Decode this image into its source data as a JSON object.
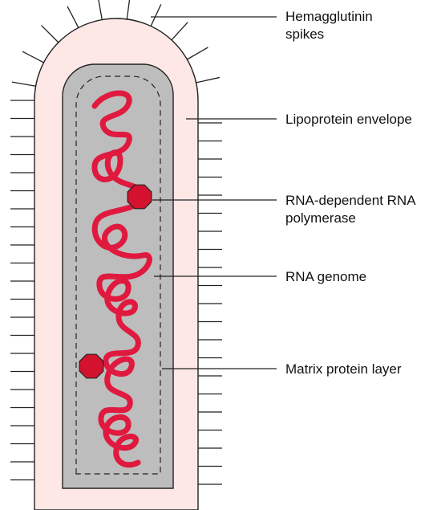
{
  "labels": {
    "hemagglutinin_line1": "Hemagglutinin",
    "hemagglutinin_line2": "spikes",
    "envelope": "Lipoprotein envelope",
    "polymerase_line1": "RNA-dependent RNA",
    "polymerase_line2": "polymerase",
    "genome": "RNA genome",
    "matrix": "Matrix protein layer"
  },
  "colors": {
    "envelope": "#fde8e6",
    "matrix_fill": "#bdbdbd",
    "rna": "#e0193f",
    "polymerase": "#d4122f",
    "outline": "#222222"
  }
}
